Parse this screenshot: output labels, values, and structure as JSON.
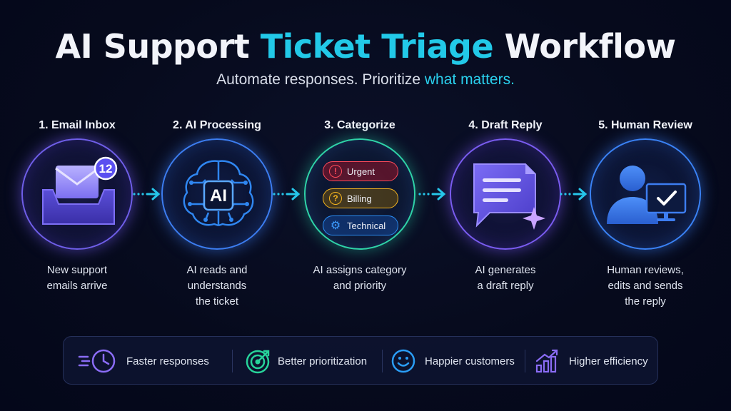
{
  "title": {
    "part1": "AI Support ",
    "highlight": "Ticket Triage",
    "part2": " Workflow"
  },
  "subtitle": {
    "part1": "Automate responses. Prioritize ",
    "highlight": "what matters."
  },
  "steps": [
    {
      "label": "1. Email Inbox",
      "desc": "New support\nemails arrive",
      "icon": "inbox-icon",
      "badge": "12"
    },
    {
      "label": "2. AI Processing",
      "desc": "AI reads and\nunderstands\nthe ticket",
      "icon": "ai-brain-icon",
      "badge": "AI"
    },
    {
      "label": "3. Categorize",
      "desc": "AI assigns category\nand priority",
      "icon": "category-tags-icon",
      "tags": [
        {
          "label": "Urgent",
          "icon": "alert-icon",
          "color": "#ff4a5a"
        },
        {
          "label": "Billing",
          "icon": "question-icon",
          "color": "#f5b51f"
        },
        {
          "label": "Technical",
          "icon": "gear-icon",
          "color": "#2a8df5"
        }
      ]
    },
    {
      "label": "4. Draft Reply",
      "desc": "AI generates\na draft reply",
      "icon": "draft-reply-icon"
    },
    {
      "label": "5. Human Review",
      "desc": "Human reviews,\nedits and sends\nthe reply",
      "icon": "human-review-icon"
    }
  ],
  "benefits": [
    {
      "label": "Faster responses",
      "icon": "fast-clock-icon",
      "color": "#8a6cf5"
    },
    {
      "label": "Better prioritization",
      "icon": "target-icon",
      "color": "#27d39a"
    },
    {
      "label": "Happier customers",
      "icon": "smiley-icon",
      "color": "#2a9df5"
    },
    {
      "label": "Higher efficiency",
      "icon": "growth-chart-icon",
      "color": "#8a6cf5"
    }
  ],
  "colors": {
    "accent_cyan": "#22c9e8",
    "background": "#060a1c"
  }
}
